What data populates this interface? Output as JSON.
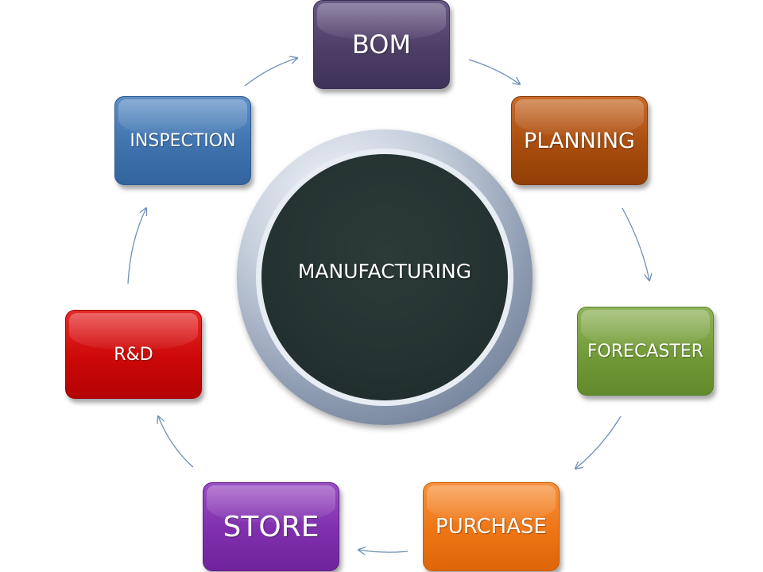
{
  "diagram": {
    "center": {
      "label": "MANUFACTURING"
    },
    "nodes": [
      {
        "id": "bom",
        "label": "BOM",
        "color": "#4d3e66"
      },
      {
        "id": "planning",
        "label": "PLANNING",
        "color": "#a84d0e"
      },
      {
        "id": "forecaster",
        "label": "FORECASTER",
        "color": "#729a38"
      },
      {
        "id": "purchase",
        "label": "PURCHASE",
        "color": "#ee7514"
      },
      {
        "id": "store",
        "label": "STORE",
        "color": "#7f2fad"
      },
      {
        "id": "rd",
        "label": "R&D",
        "color": "#cc0808"
      },
      {
        "id": "inspection",
        "label": "INSPECTION",
        "color": "#3f73ae"
      }
    ],
    "flow": [
      {
        "from": "bom",
        "to": "planning"
      },
      {
        "from": "planning",
        "to": "forecaster"
      },
      {
        "from": "forecaster",
        "to": "purchase"
      },
      {
        "from": "purchase",
        "to": "store"
      },
      {
        "from": "store",
        "to": "rd"
      },
      {
        "from": "rd",
        "to": "inspection"
      },
      {
        "from": "inspection",
        "to": "bom"
      }
    ],
    "arrow_color": "#6f8fb8",
    "hub_ring_color": "#8e9cb2",
    "hub_core_color": "#243231"
  }
}
